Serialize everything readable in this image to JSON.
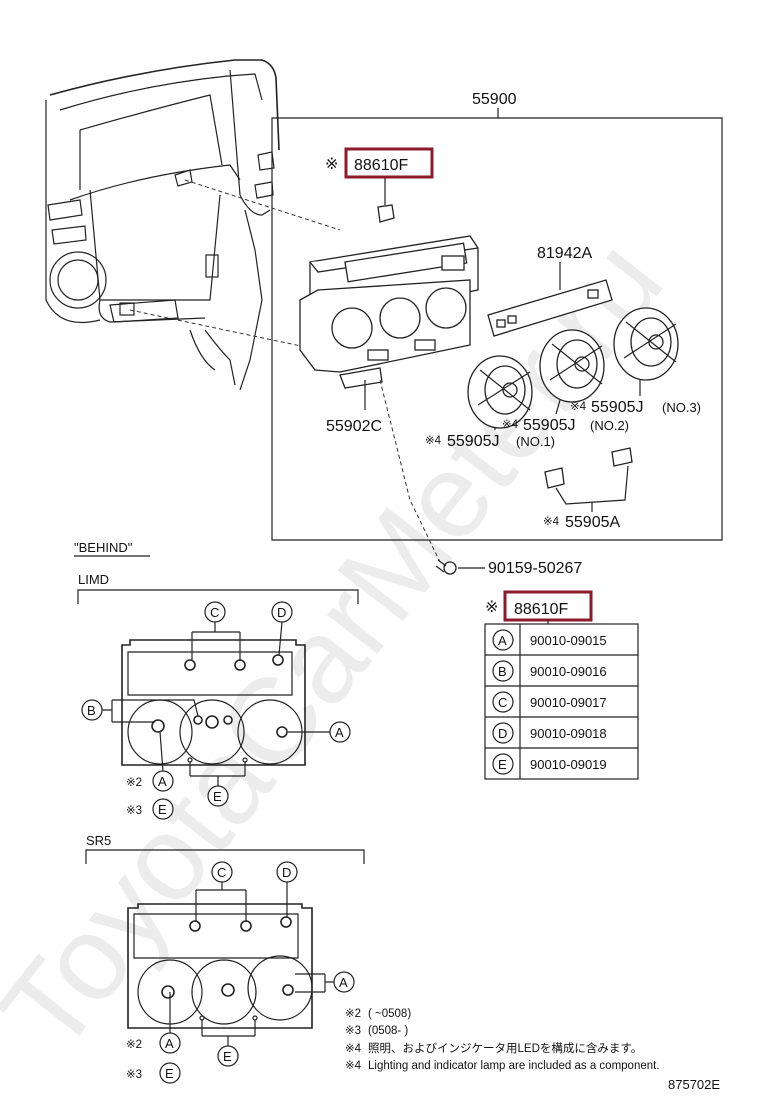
{
  "watermark": "ToyotaCarMeter.ru",
  "diagram_code": "875702E",
  "main_assembly": "55900",
  "ref_mark": "※",
  "highlighted_part": "88610F",
  "parts": {
    "panel": "81942A",
    "bracket": "55902C",
    "knob1": "55905J",
    "knob1_note": "(NO.1)",
    "knob2": "55905J",
    "knob2_note": "(NO.2)",
    "knob3": "55905J",
    "knob3_note": "(NO.3)",
    "button": "55905A",
    "screw": "90159-50267",
    "mark4": "※4"
  },
  "behind_title": "\"BEHIND\"",
  "variant_limd": "LIMD",
  "variant_sr5": "SR5",
  "bulbs": [
    {
      "letter": "A",
      "part": "90010-09015"
    },
    {
      "letter": "B",
      "part": "90010-09016"
    },
    {
      "letter": "C",
      "part": "90010-09017"
    },
    {
      "letter": "D",
      "part": "90010-09018"
    },
    {
      "letter": "E",
      "part": "90010-09019"
    }
  ],
  "callouts": {
    "a": "A",
    "b": "B",
    "c": "C",
    "d": "D",
    "e": "E",
    "mark2": "※2",
    "mark3": "※3"
  },
  "notes": [
    {
      "mark": "※2",
      "text": "(      ~0508)"
    },
    {
      "mark": "※3",
      "text": "(0508-      )"
    },
    {
      "mark": "※4",
      "text": "照明、およびインジケータ用LEDを構成に含みます。"
    },
    {
      "mark": "※4",
      "text": "Lighting and indicator lamp are included as a component."
    }
  ]
}
